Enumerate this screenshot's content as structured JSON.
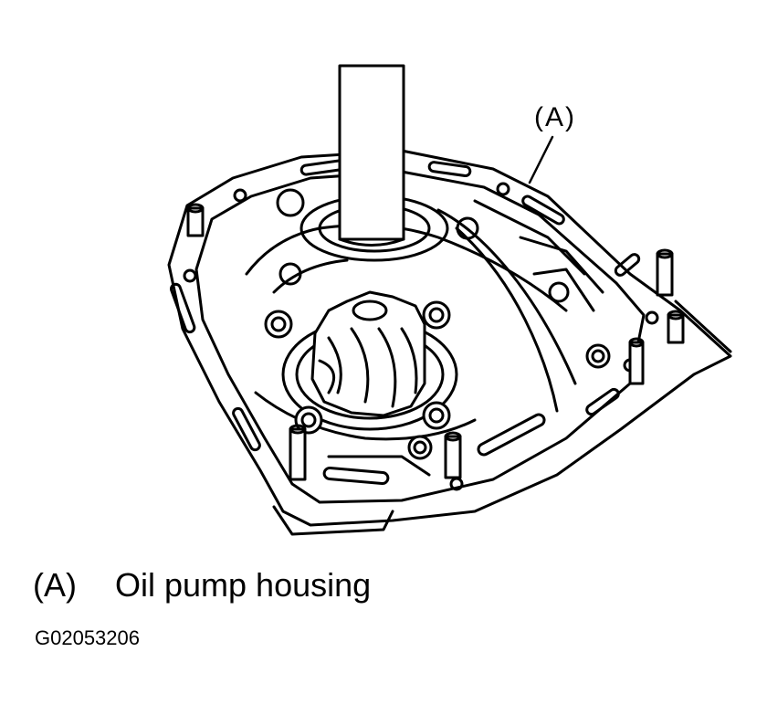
{
  "callout": {
    "label": "(A)"
  },
  "legend": [
    {
      "key": "(A)",
      "text": "Oil pump housing"
    }
  ],
  "figure_id": "G02053206"
}
